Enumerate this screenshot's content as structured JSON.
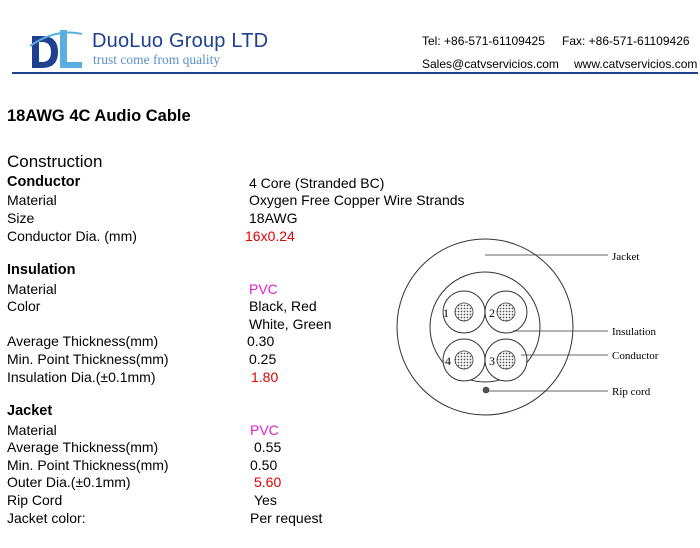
{
  "header": {
    "logo_text": "DL",
    "company": "DuoLuo Group LTD",
    "tagline": "trust come from quality",
    "tel": "Tel: +86-571-61109425",
    "fax": "Fax: +86-571-61109426",
    "email": "Sales@catvservicios.com",
    "website": "www.catvservicios.com",
    "colors": {
      "brand": "#1f3f8f",
      "accent": "#5a8fc8"
    }
  },
  "title": "18AWG 4C Audio Cable",
  "construction_heading": "Construction",
  "conductor": {
    "heading": "Conductor",
    "heading_value": "4 Core (Stranded BC)",
    "rows": [
      {
        "label": "Material",
        "value": "Oxygen Free Copper Wire Strands"
      },
      {
        "label": "Size",
        "value": "18AWG"
      },
      {
        "label": "Conductor Dia. (mm)",
        "value": "16x0.24"
      }
    ]
  },
  "insulation": {
    "heading": "Insulation",
    "rows": [
      {
        "label": "Material",
        "value": "PVC"
      },
      {
        "label": "Color",
        "value": "Black, Red"
      },
      {
        "label": "",
        "value": "White, Green"
      },
      {
        "label": "Average Thickness(mm)",
        "value": "0.30"
      },
      {
        "label": "Min. Point Thickness(mm)",
        "value": "0.25"
      },
      {
        "label": "Insulation Dia.(±0.1mm)",
        "value": "1.80"
      }
    ]
  },
  "jacket": {
    "heading": "Jacket",
    "rows": [
      {
        "label": "Material",
        "value": "PVC"
      },
      {
        "label": "Average Thickness(mm)",
        "value": "0.55"
      },
      {
        "label": "Min. Point Thickness(mm)",
        "value": "0.50"
      },
      {
        "label": "Outer Dia.(±0.1mm)",
        "value": "5.60"
      },
      {
        "label": "Rip Cord",
        "value": "Yes"
      },
      {
        "label": "Jacket color:",
        "value": "Per request"
      }
    ]
  },
  "diagram": {
    "labels": {
      "jacket": "Jacket",
      "insulation": "Insulation",
      "conductor": "Conductor",
      "rip_cord": "Rip cord"
    },
    "cores": [
      "1",
      "2",
      "3",
      "4"
    ]
  }
}
